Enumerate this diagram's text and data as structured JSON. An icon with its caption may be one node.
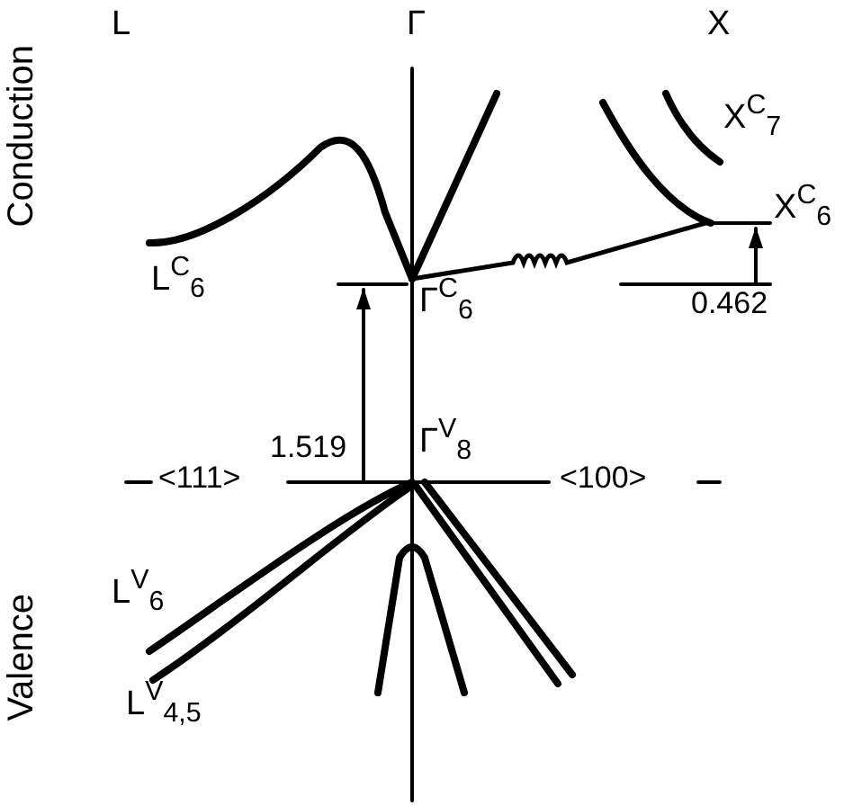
{
  "diagram": {
    "labels": [
      "Conduction",
      "L",
      "Γ",
      "X",
      "X$^{C}$$_{7}$",
      "X$^{C}$$_{6}$",
      "L$^{C}$$_{6}$",
      "Γ$^{C}$$_{6}$",
      "0.462",
      "1.519",
      "Γ$^{V}$$_{8}$",
      "<111>",
      "<100>",
      "Valence",
      "L$^{V}$$_{6}$",
      "L$^{V}$$_{4,5}$"
    ]
  }
}
